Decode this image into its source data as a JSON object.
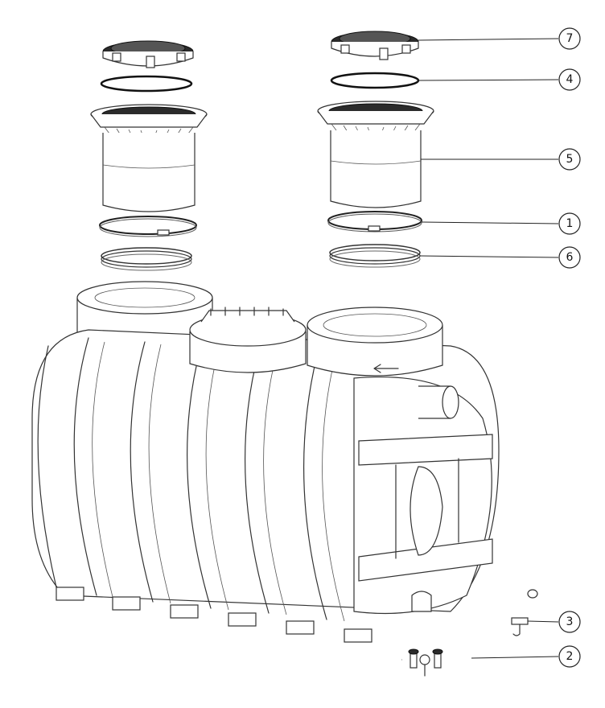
{
  "callouts": [
    {
      "id": "c7",
      "label": "7"
    },
    {
      "id": "c4",
      "label": "4"
    },
    {
      "id": "c5",
      "label": "5"
    },
    {
      "id": "c1",
      "label": "1"
    },
    {
      "id": "c6",
      "label": "6"
    },
    {
      "id": "c3",
      "label": "3"
    },
    {
      "id": "c2",
      "label": "2"
    }
  ],
  "tank": {
    "arrow_marker": "flow-arrow-icon"
  },
  "colors": {
    "line": "#333333",
    "cover_fill": "#2b2b2b",
    "background": "#ffffff"
  }
}
